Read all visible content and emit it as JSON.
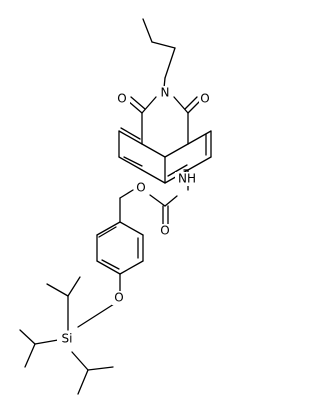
{
  "labels": {
    "n_imide": "N",
    "o_upper": "O",
    "o_lower": "O",
    "nh": "NH",
    "o_ester": "O",
    "o_carbonyl": "O",
    "o_ether": "O",
    "si": "Si"
  },
  "colors": {
    "background": "#ffffff",
    "ink": "#000000"
  }
}
